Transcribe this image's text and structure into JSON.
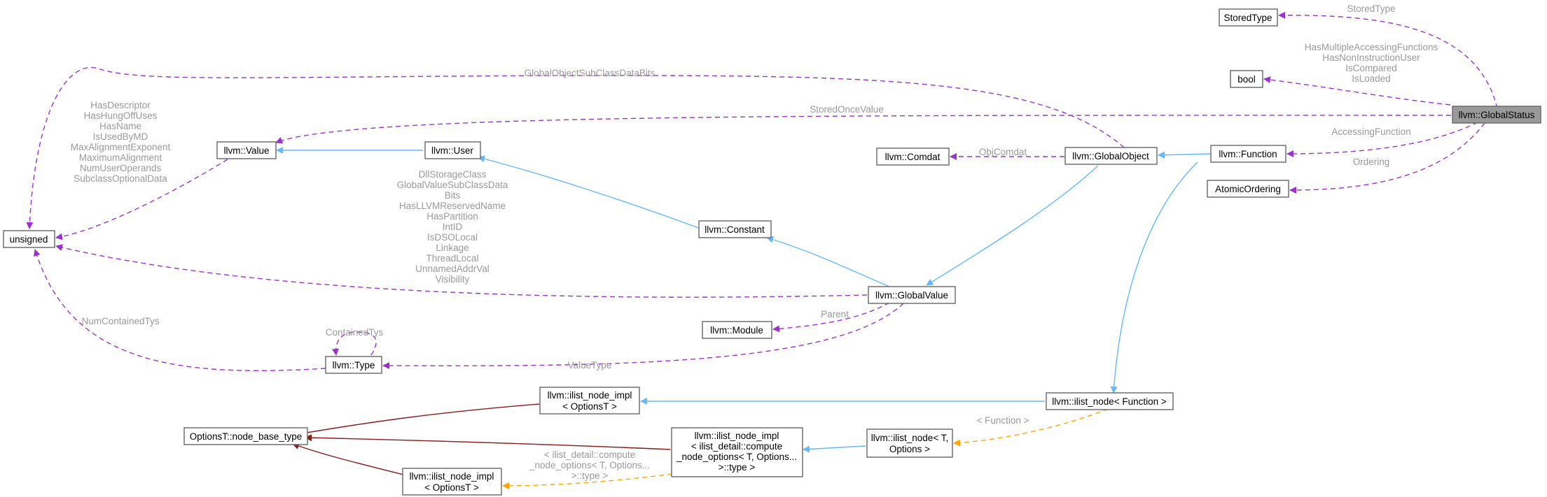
{
  "diagram": {
    "nodes": {
      "global_status": "llvm::GlobalStatus",
      "stored_type": "StoredType",
      "bool": "bool",
      "atomic_ordering": "AtomicOrdering",
      "function": "llvm::Function",
      "comdat": "llvm::Comdat",
      "global_object": "llvm::GlobalObject",
      "value": "llvm::Value",
      "user": "llvm::User",
      "constant": "llvm::Constant",
      "global_value": "llvm::GlobalValue",
      "module": "llvm::Module",
      "type": "llvm::Type",
      "unsigned": "unsigned",
      "ilist_node_function": "llvm::ilist_node< Function >",
      "ilist_node_impl_a_line1": "llvm::ilist_node_impl",
      "ilist_node_impl_a_line2": "< OptionsT >",
      "node_base_type": "OptionsT::node_base_type",
      "ilist_node_impl_c_line1": "llvm::ilist_node_impl",
      "ilist_node_impl_c_line2": "< ilist_detail::compute",
      "ilist_node_impl_c_line3": "_node_options< T, Options...",
      "ilist_node_impl_c_line4": ">::type >",
      "ilist_node_t_line1": "llvm::ilist_node< T,",
      "ilist_node_t_line2": "Options >",
      "ilist_node_impl_b_line1": "llvm::ilist_node_impl",
      "ilist_node_impl_b_line2": "< OptionsT >"
    },
    "edge_labels": {
      "stored_type": "StoredType",
      "bool_fields": [
        "HasMultipleAccessingFunctions",
        "HasNonInstructionUser",
        "IsCompared",
        "IsLoaded"
      ],
      "accessing_function": "AccessingFunction",
      "ordering": "Ordering",
      "stored_once_value": "StoredOnceValue",
      "global_object_subclass_data_bits": "GlobalObjectSubClassDataBits",
      "obj_comdat": "ObjComdat",
      "value_fields": [
        "HasDescriptor",
        "HasHungOffUses",
        "HasName",
        "IsUsedByMD",
        "MaxAlignmentExponent",
        "MaximumAlignment",
        "NumUserOperands",
        "SubclassOptionalData"
      ],
      "global_value_fields": [
        "DllStorageClass",
        "GlobalValueSubClassData",
        "Bits",
        "HasLLVMReservedName",
        "HasPartition",
        "IntID",
        "IsDSOLocal",
        "Linkage",
        "ThreadLocal",
        "UnnamedAddrVal",
        "Visibility"
      ],
      "num_contained_tys": "NumContainedTys",
      "contained_tys": "ContainedTys",
      "parent": "Parent",
      "value_type": "ValueType",
      "template_function": "< Function >",
      "template_compute_line1": "< ilist_detail::compute",
      "template_compute_line2": "_node_options< T, Options...",
      "template_compute_line3": ">::type >"
    }
  }
}
